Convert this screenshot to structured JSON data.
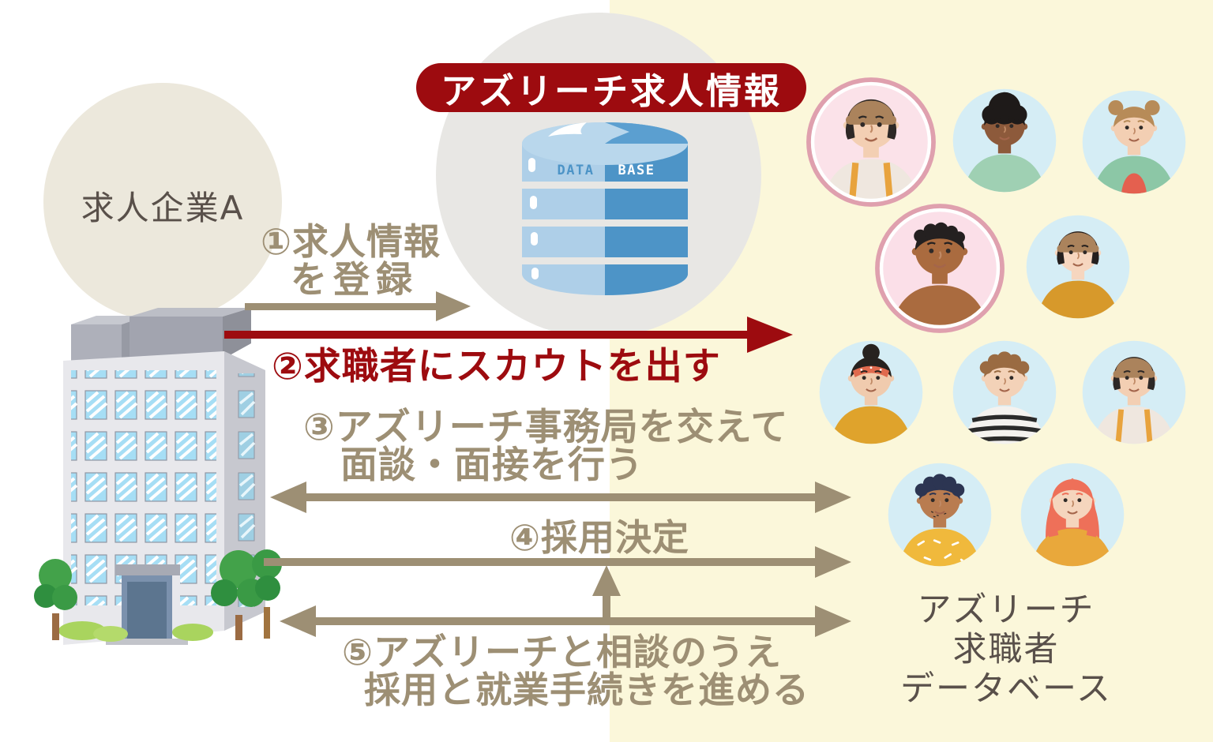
{
  "title_badge": "アズリーチ求人情報",
  "company": {
    "label": "求人企業A"
  },
  "database_icon": {
    "left_text": "DATA",
    "right_text": "BASE"
  },
  "steps": {
    "s1": {
      "line1": "①求人情報",
      "line2": "を登録"
    },
    "s2": {
      "label": "②求職者にスカウトを出す"
    },
    "s3": {
      "line1": "③アズリーチ事務局を交えて",
      "line2": "面談・面接を行う"
    },
    "s4": {
      "label": "④採用決定"
    },
    "s5": {
      "line1": "⑤アズリーチと相談のうえ",
      "line2": "採用と就業手続きを進める"
    }
  },
  "jobseeker_db": {
    "line1": "アズリーチ",
    "line2": "求職者",
    "line3": "データベース"
  },
  "colors": {
    "red": "#9d0b0f",
    "tan": "#9d8f74",
    "dark": "#59504a",
    "panel_yellow": "#fbf7da",
    "circle_beige": "#ece8dc",
    "circle_gray": "#e8e7e4",
    "avatar_blue": "#d5edf5",
    "avatar_pink": "#fbe2e9",
    "avatar_ring": "#dfa0ae",
    "db_light": "#aecfe8",
    "db_dark": "#4d94c7"
  },
  "avatars": [
    {
      "name": "avatar-beanie-man",
      "ring": true,
      "bg": "#fbe2e9",
      "skin": "#f3cfb3",
      "hair": "#2d2826",
      "hat": "#ab835c",
      "shirt": "#efe7df",
      "accent": "#e8a33d",
      "style": "beanie",
      "suspenders": true
    },
    {
      "name": "avatar-afro-man",
      "ring": false,
      "bg": "#d5edf5",
      "skin": "#8d5a3b",
      "hair": "#1e1a19",
      "shirt": "#9fd0b3",
      "style": "afro"
    },
    {
      "name": "avatar-buns-woman",
      "ring": false,
      "bg": "#d5edf5",
      "skin": "#f3cfb3",
      "hair": "#b78b58",
      "shirt": "#8cc7a6",
      "accent": "#e4604f",
      "style": "buns",
      "undershirt": true
    },
    {
      "name": "avatar-curly-man",
      "ring": true,
      "bg": "#fbdfe8",
      "skin": "#aa6b3f",
      "hair": "#242020",
      "shirt": "#aa6b3f",
      "style": "curly_dark"
    },
    {
      "name": "avatar-beanie-boy",
      "ring": false,
      "bg": "#d5edf5",
      "skin": "#f6d6bf",
      "hair": "#241f1e",
      "hat": "#ab835c",
      "shirt": "#d7992b",
      "style": "beanie"
    },
    {
      "name": "avatar-headband-woman",
      "ring": false,
      "bg": "#d5edf5",
      "skin": "#f0cbae",
      "hair": "#27221f",
      "accent": "#e06a4e",
      "shirt": "#dfa32c",
      "style": "bun_headband"
    },
    {
      "name": "avatar-striped-shirt-man",
      "ring": false,
      "bg": "#d5edf5",
      "skin": "#f3d2b8",
      "hair": "#9a6b42",
      "shirt": "#f4f2ef",
      "style": "curly",
      "stripes": "#2a2a2a"
    },
    {
      "name": "avatar-beanie-man-2",
      "ring": false,
      "bg": "#d5edf5",
      "skin": "#f3cfb3",
      "hair": "#2d2826",
      "hat": "#ab835c",
      "shirt": "#efe7df",
      "accent": "#e8a33d",
      "style": "beanie",
      "suspenders": true
    },
    {
      "name": "avatar-stubble-man",
      "ring": false,
      "bg": "#d5edf5",
      "skin": "#b97c50",
      "hair": "#2c3552",
      "shirt": "#f0b93c",
      "style": "curly",
      "confetti": true
    },
    {
      "name": "avatar-redhead-woman",
      "ring": false,
      "bg": "#d5edf5",
      "skin": "#f5d5bd",
      "hair": "#ee7059",
      "shirt": "#e9a83b",
      "style": "long"
    }
  ]
}
